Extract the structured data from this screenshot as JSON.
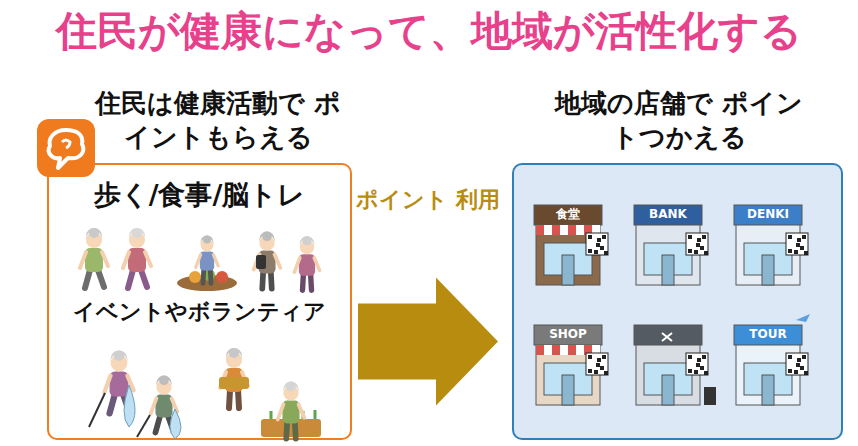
{
  "diagram": {
    "title": "住民が健康になって、地域が活性化する",
    "nodes": [
      {
        "text": [
          "住民は健康活動で ポイントもらえる",
          "歩く/食事/脳トレ",
          "イベントやボランティア"
        ]
      },
      {
        "text": [
          "地域の店舗で ポイントつかえる"
        ]
      }
    ],
    "edges": [
      {
        "from": 0,
        "to": 1,
        "arrow": "to",
        "label": "ポイント 利用"
      }
    ],
    "labels": [
      "食堂",
      "BANK",
      "DENKI",
      "SHOP",
      "TOUR"
    ]
  }
}
